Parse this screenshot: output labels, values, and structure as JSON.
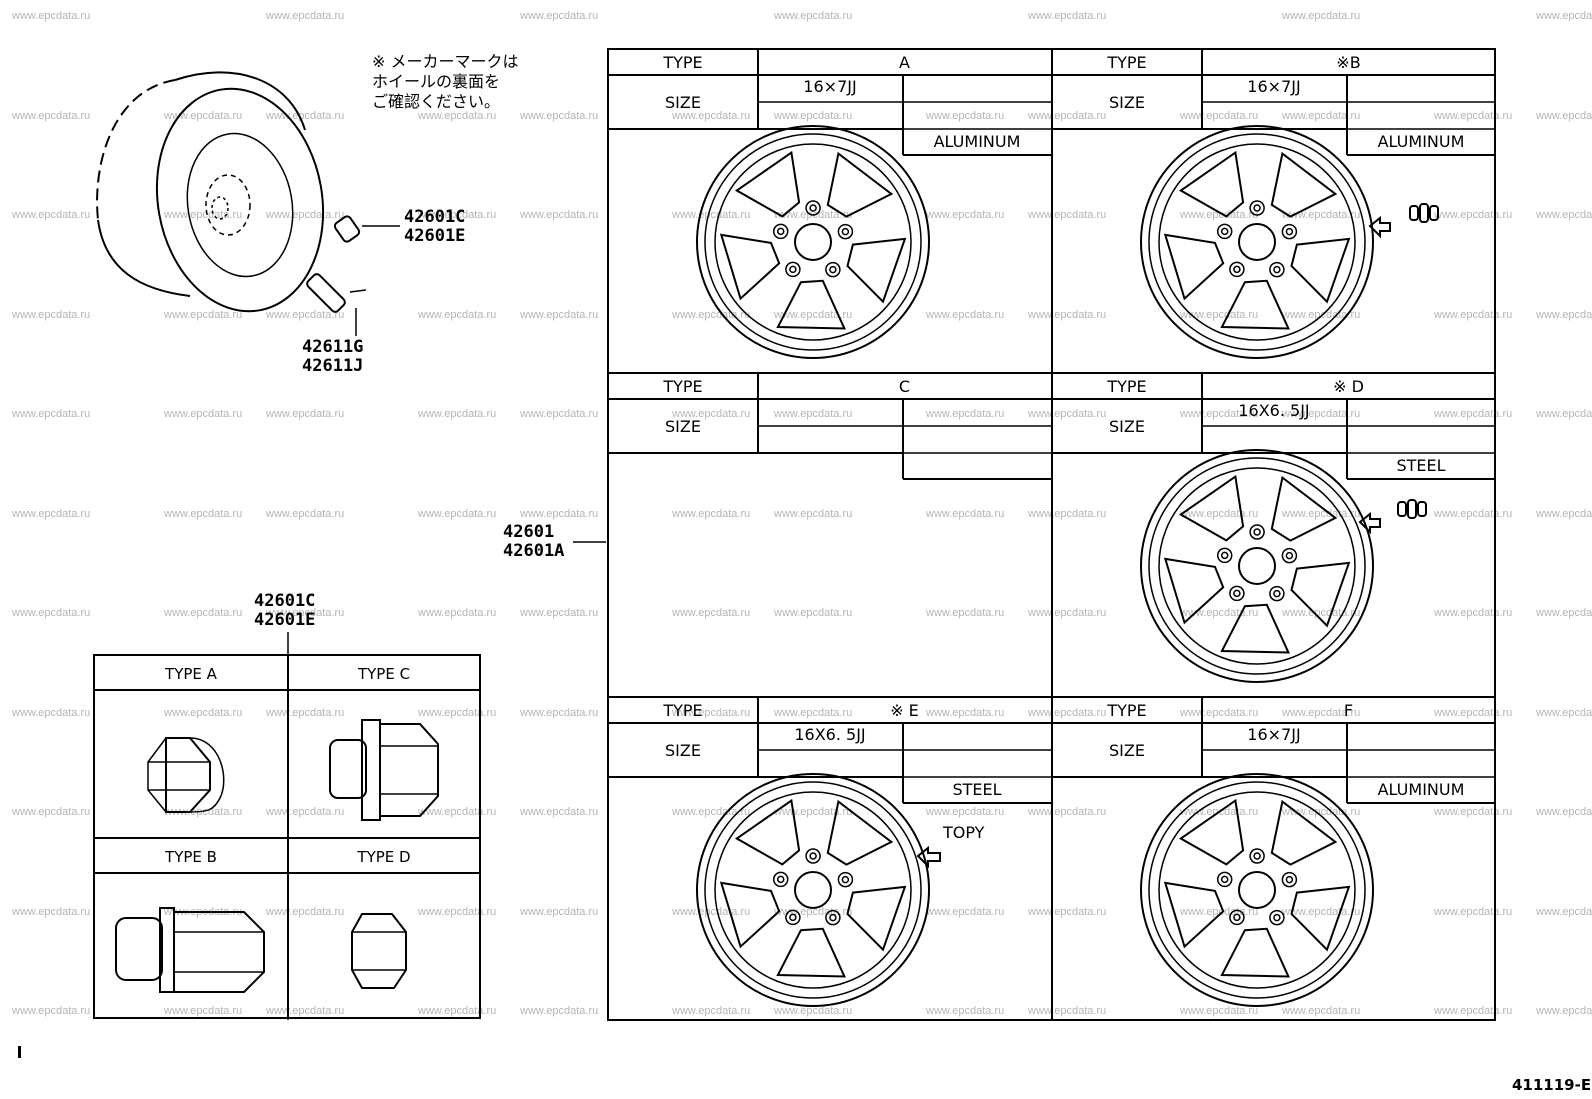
{
  "watermark": "www.epcdata.ru",
  "wheel_note": "※ メーカーマークは\nホイールの裏面を\nご確認ください。",
  "parts": {
    "valve_cap": [
      "42601C",
      "42601E"
    ],
    "valve": [
      "42611G",
      "42611J"
    ],
    "wheel": [
      "42601",
      "42601A"
    ],
    "nut": [
      "42601C",
      "42601E"
    ]
  },
  "field_labels": {
    "type": "TYPE",
    "size": "SIZE"
  },
  "wheel_types": [
    {
      "type": "A",
      "size": "16×7JJ",
      "material": "ALUMINUM"
    },
    {
      "type": "※B",
      "size": "16×7JJ",
      "material": "ALUMINUM"
    },
    {
      "type": "C",
      "size": "",
      "material": ""
    },
    {
      "type": "※ D",
      "size": "16X6. 5JJ",
      "material": "STEEL"
    },
    {
      "type": "※ E",
      "size": "16X6. 5JJ",
      "material": "STEEL",
      "maker": "TOPY"
    },
    {
      "type": "F",
      "size": "16×7JJ",
      "material": "ALUMINUM"
    }
  ],
  "nut_types": [
    "TYPE  A",
    "TYPE  C",
    "TYPE  B",
    "TYPE  D"
  ],
  "corner_mark": "[",
  "figure_id": "411119-E"
}
